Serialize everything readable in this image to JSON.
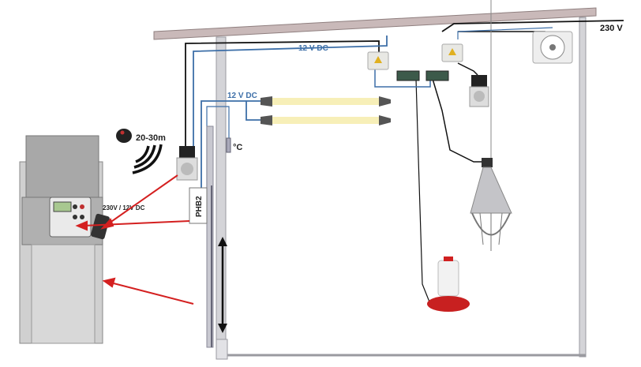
{
  "labels": {
    "mains": "230 V",
    "dc_top": "12 V DC",
    "dc_lamps": "12 V DC",
    "range": "20-30m",
    "temp": "°C",
    "module": "PHB2",
    "power": "230V / 12V DC"
  },
  "colors": {
    "roof": "#c9b9b9",
    "wall": "#c8c8cc",
    "dc_wire": "#3d6fa8",
    "ac_wire": "#111111",
    "arrow": "#d42020",
    "lamp": "#f7efb8"
  }
}
